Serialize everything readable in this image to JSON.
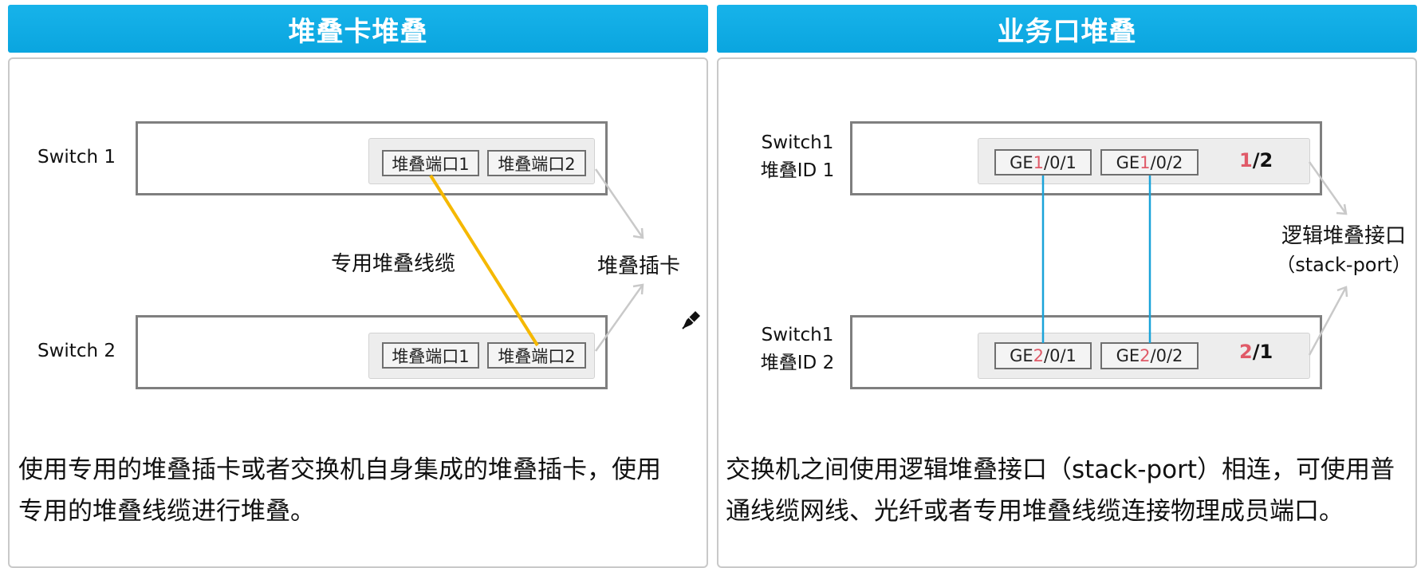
{
  "left": {
    "header": "堆叠卡堆叠",
    "switch1_label": "Switch 1",
    "switch2_label": "Switch 2",
    "sw1_port1": "堆叠端口1",
    "sw1_port2": "堆叠端口2",
    "sw2_port1": "堆叠端口1",
    "sw2_port2": "堆叠端口2",
    "cable_label": "专用堆叠线缆",
    "card_label": "堆叠插卡",
    "description_line1": "使用专用的堆叠插卡或者交换机自身集成的堆叠插卡，使用",
    "description_line2": "专用的堆叠线缆进行堆叠。",
    "colors": {
      "cable": "#f5b800",
      "header": "#0ea8e2"
    }
  },
  "right": {
    "header": "业务口堆叠",
    "switch1_name": "Switch1",
    "switch1_id": "堆叠ID 1",
    "switch2_name": "Switch1",
    "switch2_id": "堆叠ID 2",
    "sw1_port1": {
      "prefix": "GE",
      "member": "1",
      "suffix": "/0/1"
    },
    "sw1_port2": {
      "prefix": "GE",
      "member": "1",
      "suffix": "/0/2"
    },
    "sw2_port1": {
      "prefix": "GE",
      "member": "2",
      "suffix": "/0/1"
    },
    "sw2_port2": {
      "prefix": "GE",
      "member": "2",
      "suffix": "/0/2"
    },
    "sw1_stack_port": {
      "member": "1",
      "suffix": "/2"
    },
    "sw2_stack_port": {
      "member": "2",
      "suffix": "/1"
    },
    "logical_label_line1": "逻辑堆叠接口",
    "logical_label_line2": "（stack-port）",
    "description_line1": "交换机之间使用逻辑堆叠接口（stack-port）相连，可使用普",
    "description_line2": "通线缆网线、光纤或者专用堆叠线缆连接物理成员端口。",
    "colors": {
      "link": "#1aa3d9",
      "member_id": "#e05a68"
    }
  },
  "icons": {
    "cursor": "pen-cursor-icon"
  }
}
